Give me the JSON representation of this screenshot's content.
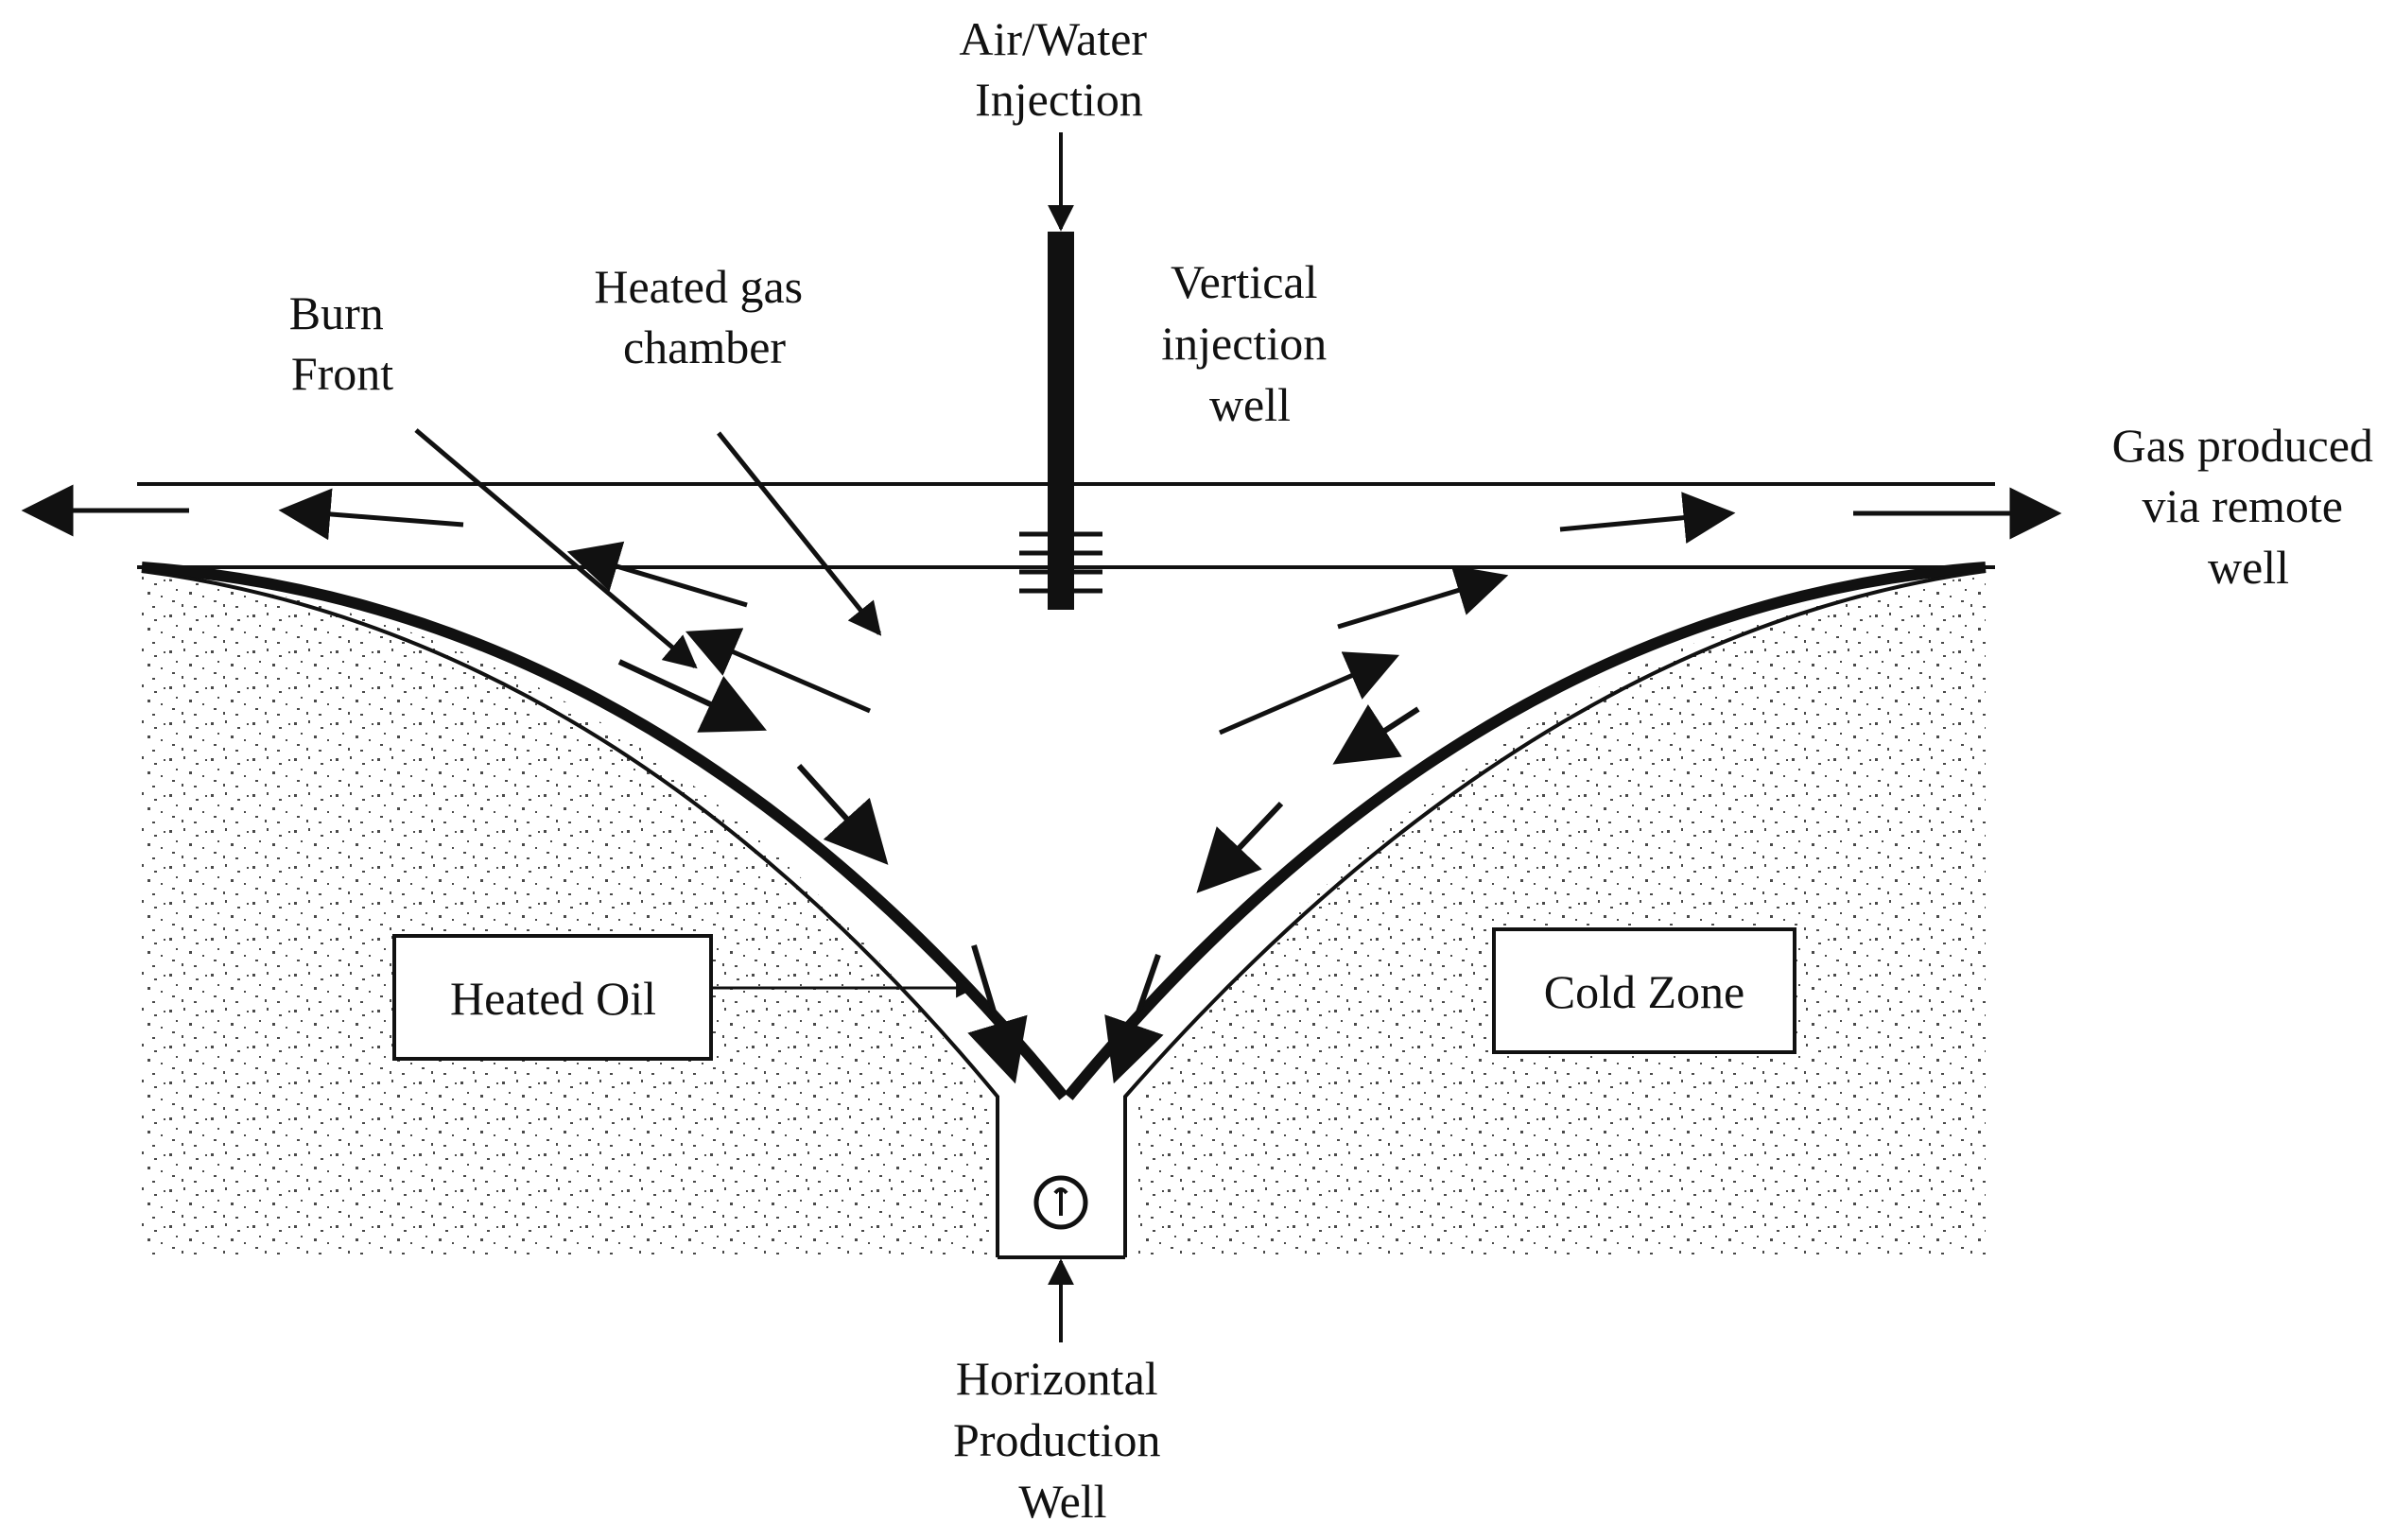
{
  "labels": {
    "air_water_injection": [
      "Air/Water",
      "Injection"
    ],
    "burn_front": [
      "Burn",
      "Front"
    ],
    "heated_gas_chamber": [
      "Heated gas",
      "chamber"
    ],
    "vertical_injection_well": [
      "Vertical",
      "injection",
      "well"
    ],
    "gas_produced": [
      "Gas produced",
      "via remote",
      "well"
    ],
    "heated_oil": "Heated Oil",
    "cold_zone": "Cold Zone",
    "horizontal_production_well": [
      "Horizontal",
      "Production",
      "Well"
    ]
  },
  "colors": {
    "ink": "#111111",
    "background": "#ffffff"
  }
}
